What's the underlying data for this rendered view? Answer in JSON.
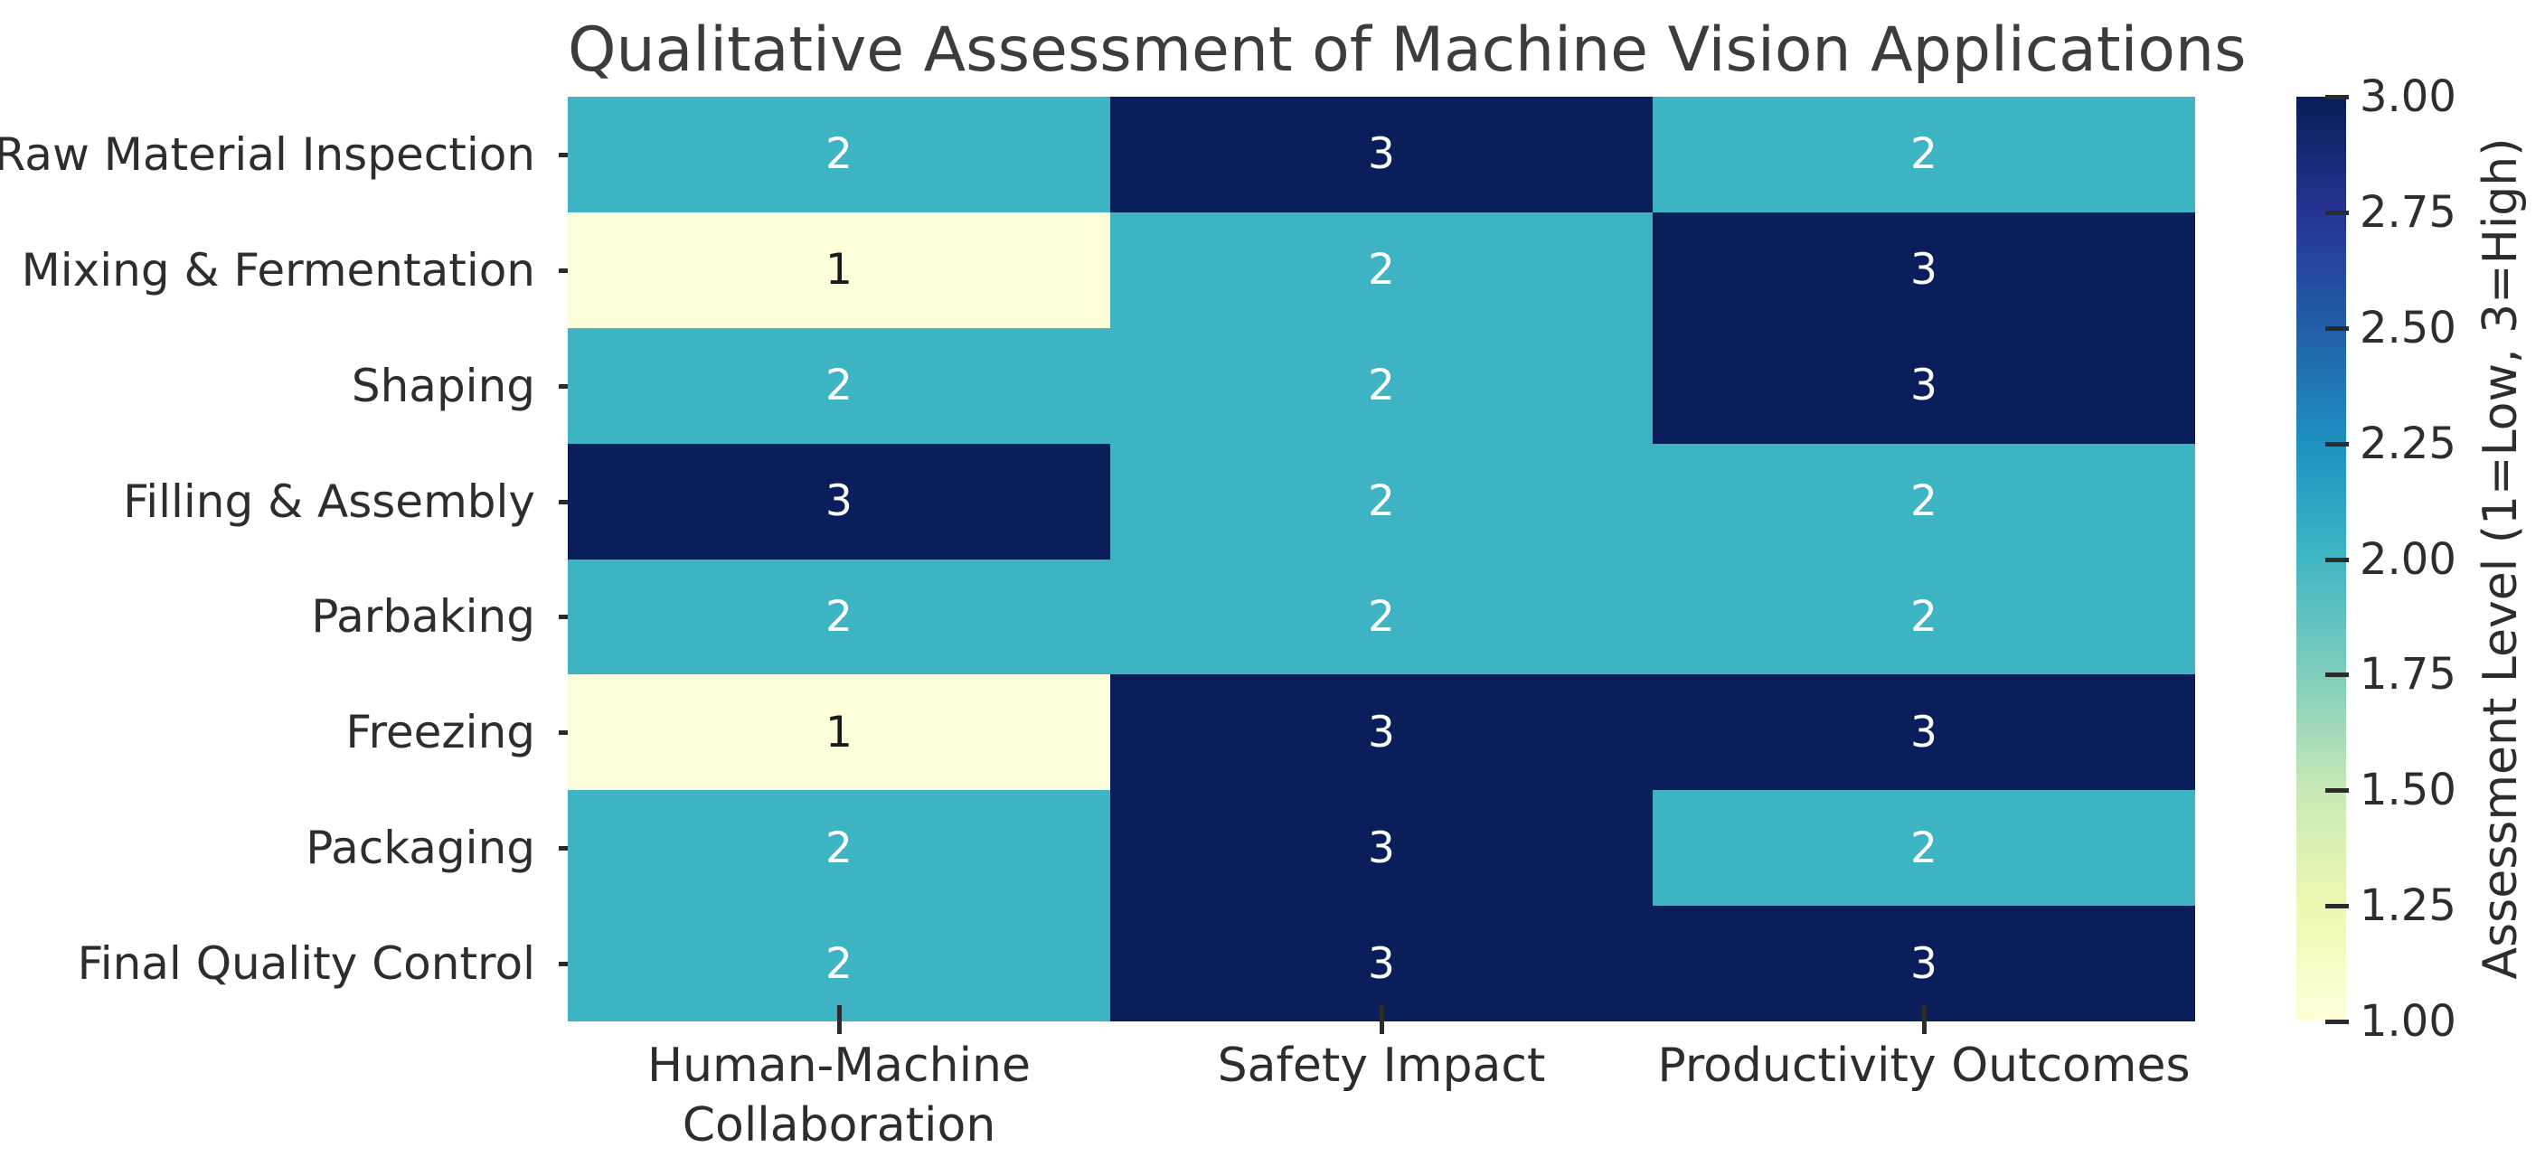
{
  "chart_data": {
    "type": "heatmap",
    "title": "Qualitative Assessment of Machine Vision Applications",
    "rows": [
      "Raw Material Inspection",
      "Mixing & Fermentation",
      "Shaping",
      "Filling & Assembly",
      "Parbaking",
      "Freezing",
      "Packaging",
      "Final Quality Control"
    ],
    "columns": [
      "Human-Machine\nCollaboration",
      "Safety Impact",
      "Productivity Outcomes"
    ],
    "values": [
      [
        2,
        3,
        2
      ],
      [
        1,
        2,
        3
      ],
      [
        2,
        2,
        3
      ],
      [
        3,
        2,
        2
      ],
      [
        2,
        2,
        2
      ],
      [
        1,
        3,
        3
      ],
      [
        2,
        3,
        2
      ],
      [
        2,
        3,
        3
      ]
    ],
    "value_range": [
      1,
      3
    ],
    "annotations_shown": true,
    "grid": false,
    "value_colors": {
      "1": "#fdfed9",
      "2": "#3eb3c3",
      "3": "#0a1e5b"
    },
    "annotation_text_colors": {
      "on_light": "#1a1a1a",
      "on_dark": "#ffffff"
    },
    "colorbar": {
      "position": "right",
      "label": "Assessment Level (1=Low, 3=High)",
      "ticks": [
        "3.00",
        "2.75",
        "2.50",
        "2.25",
        "2.00",
        "1.75",
        "1.50",
        "1.25",
        "1.00"
      ],
      "colormap_name": "YlGnBu",
      "gradient_stops_bottom_to_top": [
        "#ffffd9",
        "#edf8b1",
        "#c7e9b4",
        "#7fcdbb",
        "#41b6c4",
        "#1d91c0",
        "#225ea8",
        "#253494",
        "#081d58"
      ]
    }
  }
}
